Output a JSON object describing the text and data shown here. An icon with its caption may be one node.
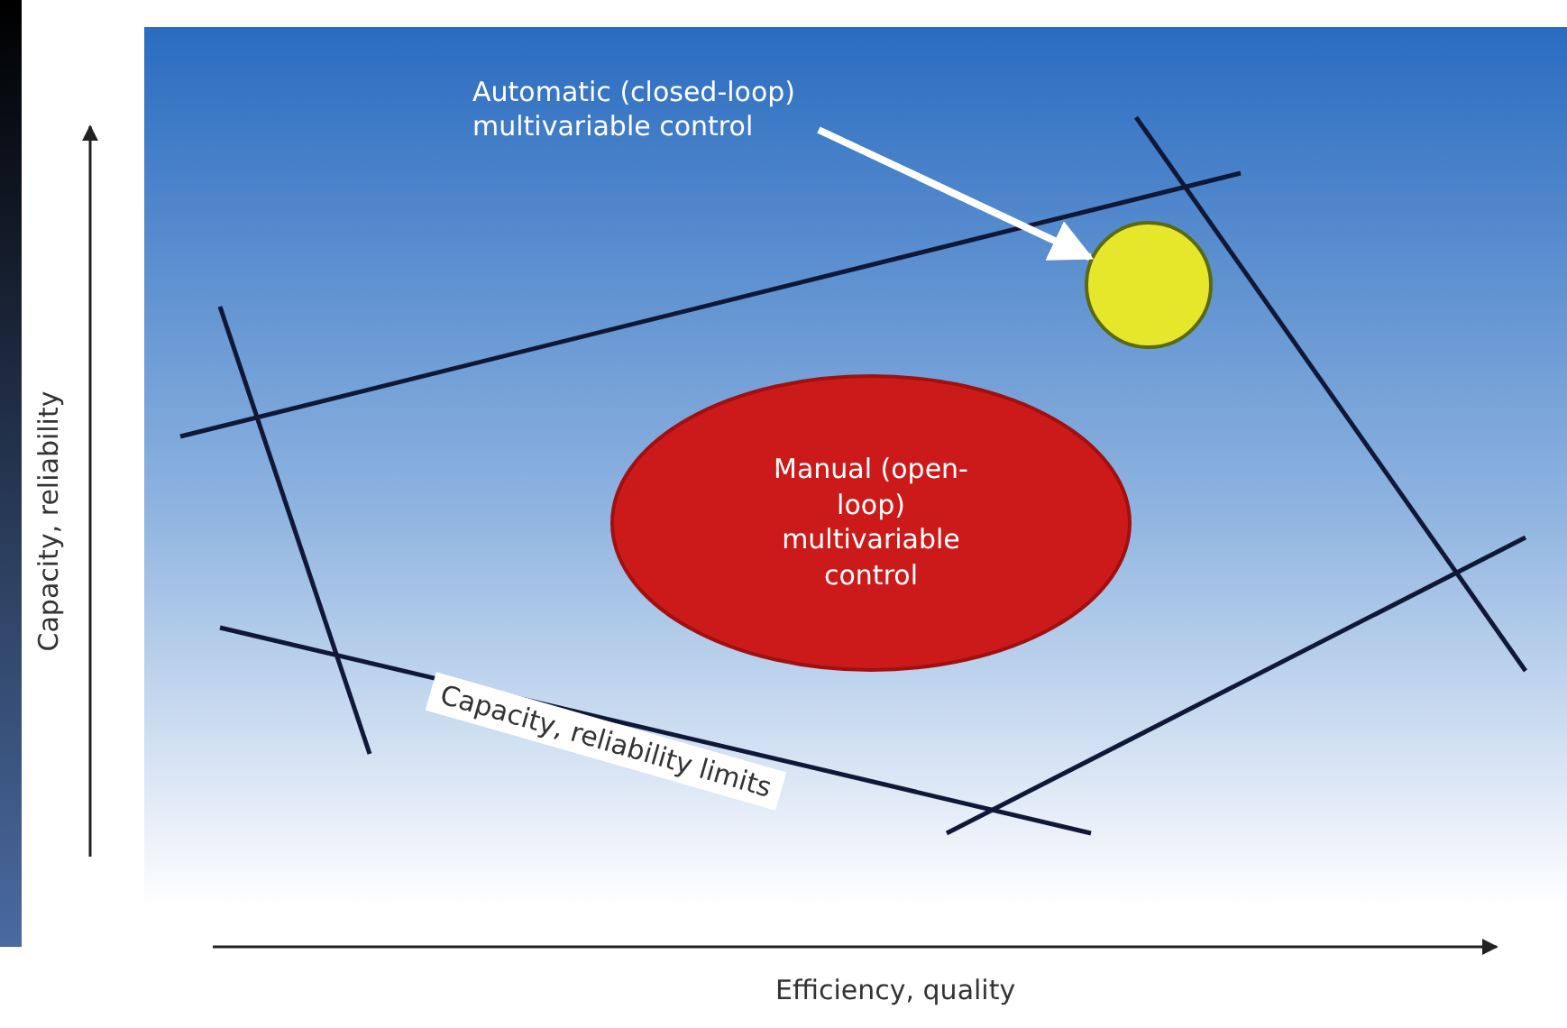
{
  "diagram": {
    "nodes": [
      {
        "text": [
          "Automatic (closed-loop) multivariable control"
        ]
      },
      {
        "text": [],
        "shape": "circle"
      },
      {
        "text": [
          "Manual (open-loop) multivariable control"
        ]
      }
    ],
    "edges": [
      {
        "from": 0,
        "to": 1,
        "arrow": "to"
      }
    ],
    "labels": [
      "Capacity, reliability limits",
      "Capacity, reliability",
      "Efficiency, quality"
    ]
  }
}
